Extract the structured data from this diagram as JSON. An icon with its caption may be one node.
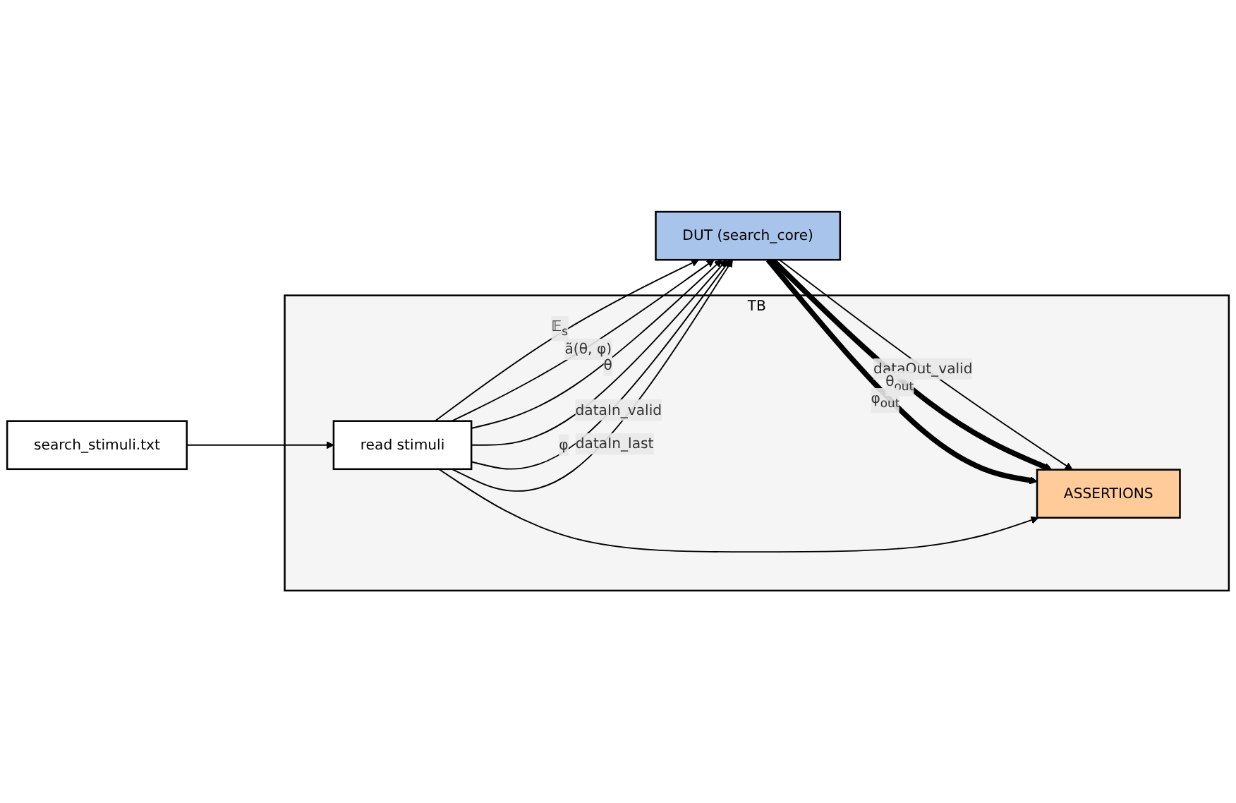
{
  "diagram": {
    "nodes": [
      {
        "text": [
          "search_stimuli.txt"
        ]
      },
      {
        "text": [
          "TB"
        ]
      },
      {
        "text": [
          "read stimuli"
        ],
        "in": 1
      },
      {
        "text": [
          "ASSERTIONS"
        ],
        "in": 1
      },
      {
        "text": [
          "DUT (search_core)"
        ]
      }
    ],
    "edges": [
      {
        "from": 0,
        "to": 2,
        "arrow": "to"
      },
      {
        "from": 2,
        "to": 4,
        "arrow": "to",
        "label": "𝔼$_{s}$"
      },
      {
        "from": 2,
        "to": 4,
        "arrow": "to",
        "label": "ã(θ, φ)"
      },
      {
        "from": 2,
        "to": 4,
        "arrow": "to",
        "label": "θ"
      },
      {
        "from": 2,
        "to": 4,
        "arrow": "to",
        "label": "φ"
      },
      {
        "from": 2,
        "to": 4,
        "arrow": "to",
        "label": "dataIn_valid"
      },
      {
        "from": 2,
        "to": 4,
        "arrow": "to",
        "label": "dataIn_last"
      },
      {
        "from": 4,
        "to": 3,
        "arrow": "to",
        "label": "dataOut_valid"
      },
      {
        "from": 2,
        "to": 3,
        "arrow": "to"
      },
      {
        "from": 4,
        "to": 3,
        "arrow": "to",
        "style": "thick",
        "label": "θ$_{out}$"
      },
      {
        "from": 4,
        "to": 3,
        "arrow": "to",
        "style": "thick",
        "label": "φ$_{out}$"
      }
    ]
  }
}
